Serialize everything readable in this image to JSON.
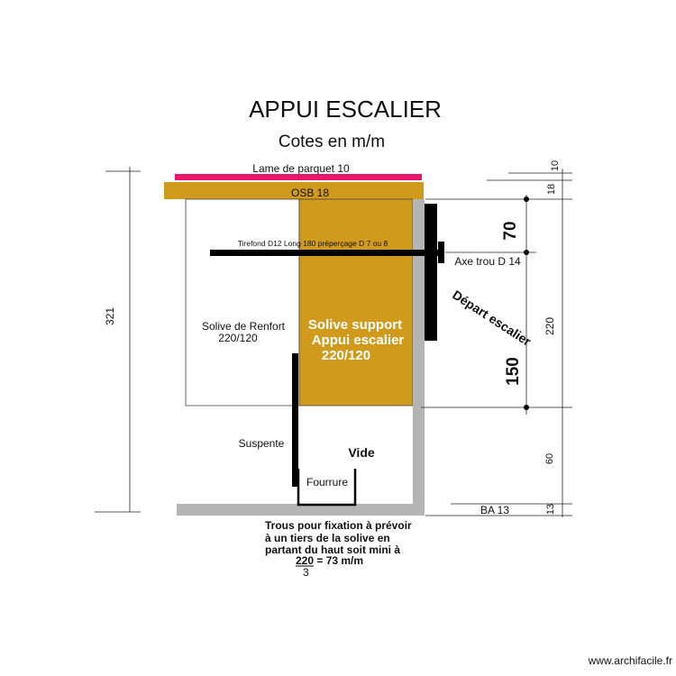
{
  "title": "APPUI   ESCALIER",
  "subtitle": "Cotes en m/m",
  "labels": {
    "parquet": "Lame de parquet 10",
    "osb": "OSB 18",
    "tirefond": "Tirefond D12 Long 180 préperçage D 7 ou 8",
    "axe": "Axe trou D 14",
    "depart": "Départ escalier",
    "renfort_1": "Solive de Renfort",
    "renfort_2": "220/120",
    "support_1": "Solive support",
    "support_2": "Appui escalier",
    "support_3": "220/120",
    "suspente": "Suspente",
    "vide": "Vide",
    "fourrure": "Fourrure",
    "ba": "BA 13",
    "note_1": "Trous pour fixation à prévoir",
    "note_2": "à un tiers de la solive en",
    "note_3": "partant du haut soit mini à",
    "note_4": "220 =  73 m/m",
    "note_5": "3",
    "watermark": "www.archifacile.fr"
  },
  "dimensions": {
    "total": "321",
    "d10": "10",
    "d18": "18",
    "d70": "70",
    "d150": "150",
    "d220": "220",
    "d60": "60",
    "d13": "13"
  },
  "colors": {
    "parquet": "#e8176b",
    "wood": "#d09a1c",
    "wall": "#b4b4b4",
    "black": "#000000"
  }
}
